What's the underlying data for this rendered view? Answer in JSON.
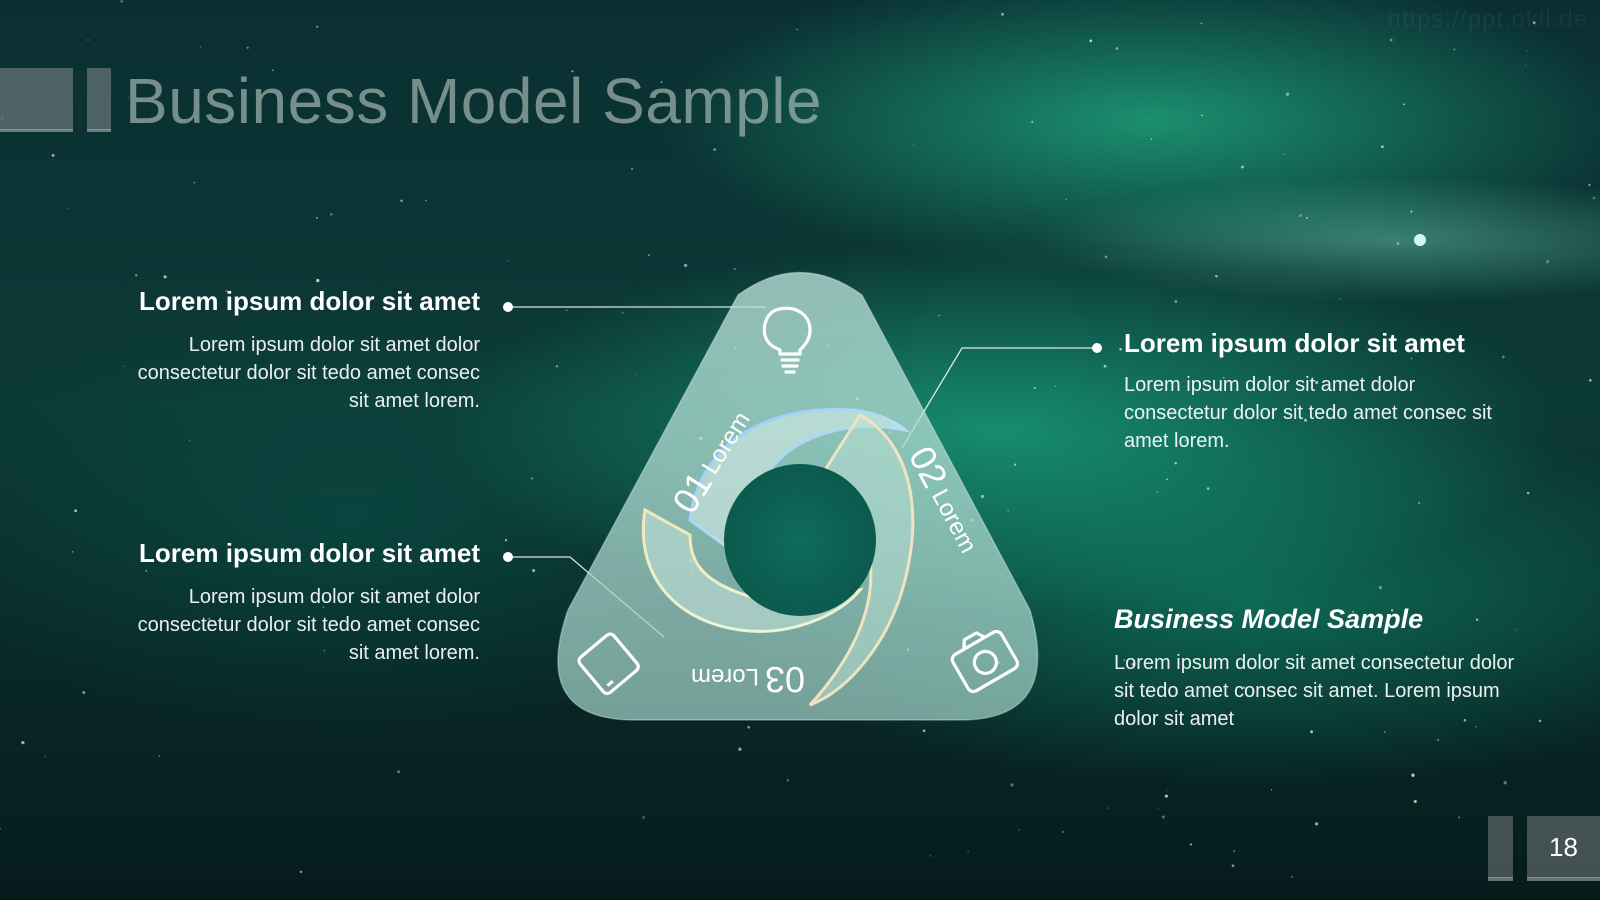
{
  "slide": {
    "title": "Business Model Sample",
    "page_number": "18",
    "watermark": "https://ppt.okll.de"
  },
  "blocks": [
    {
      "heading": "Lorem ipsum dolor sit amet",
      "body": "Lorem ipsum dolor sit amet dolor consectetur dolor sit tedo amet consec sit amet lorem."
    },
    {
      "heading": "Lorem ipsum dolor sit amet",
      "body": "Lorem ipsum dolor sit amet dolor consectetur dolor sit tedo amet consec sit amet lorem."
    },
    {
      "heading": "Lorem ipsum dolor sit amet",
      "body": "Lorem ipsum dolor sit amet dolor consectetur dolor sit tedo amet consec sit amet lorem."
    },
    {
      "heading": "Business Model Sample",
      "body": "Lorem ipsum dolor sit amet consectetur dolor sit tedo amet consec sit amet. Lorem ipsum dolor sit amet"
    }
  ],
  "cycle": {
    "steps": [
      {
        "number": "01",
        "label": "Lorem",
        "icon": "lightbulb-icon"
      },
      {
        "number": "02",
        "label": "Lorem",
        "icon": "camera-icon"
      },
      {
        "number": "03",
        "label": "Lorem",
        "icon": "tablet-icon"
      }
    ]
  },
  "colors": {
    "accent": "#2fd3a0",
    "text": "#ffffff",
    "triangle": "#a7d6cd"
  }
}
